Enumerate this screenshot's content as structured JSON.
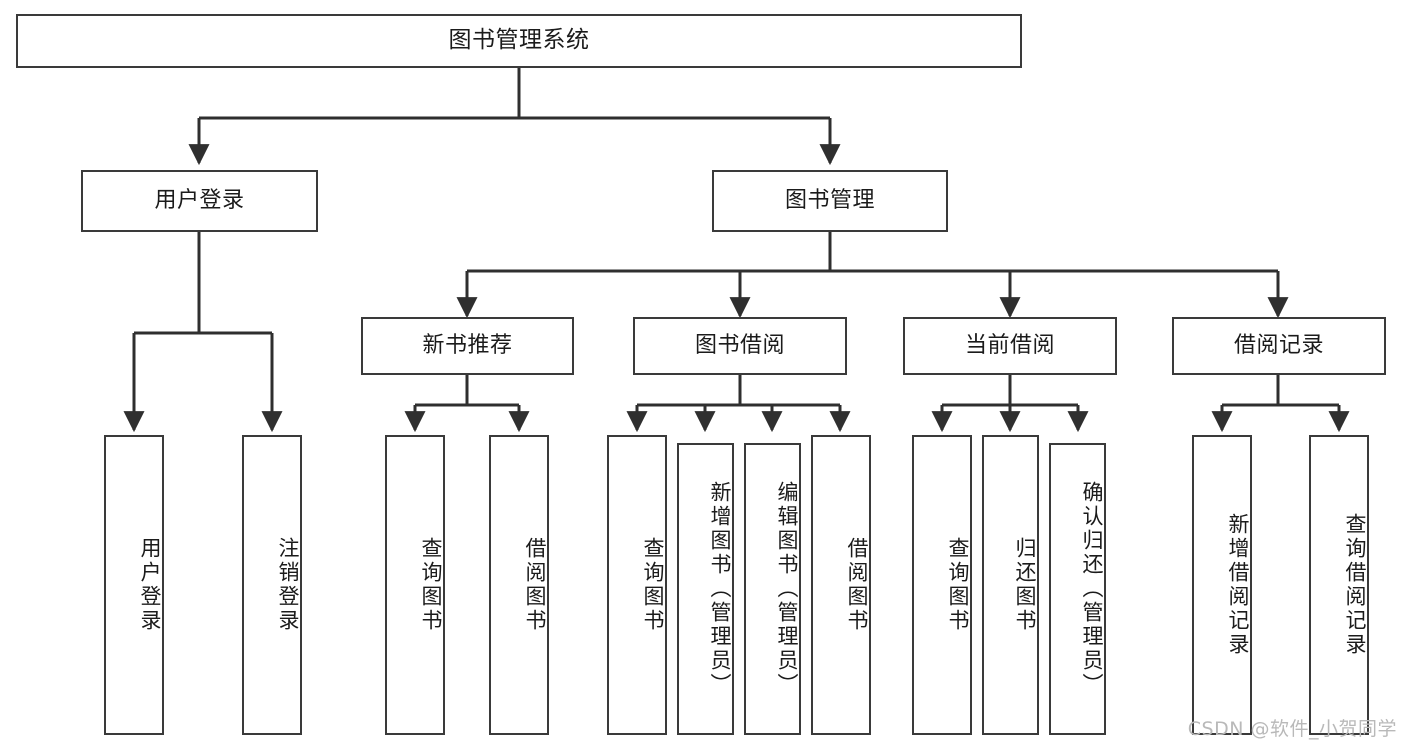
{
  "diagram": {
    "title": "图书管理系统",
    "type": "tree",
    "stroke_color": "#3a3a3a",
    "background_color": "#ffffff",
    "text_color": "#1b1b1b",
    "watermark": "CSDN @软件_小贺同学",
    "watermark_color": "#b9b9b9"
  },
  "nodes": {
    "root": {
      "label": "图书管理系统",
      "level": 0
    },
    "level1": [
      {
        "id": "user-login",
        "label": "用户登录"
      },
      {
        "id": "book-management",
        "label": "图书管理"
      }
    ],
    "level2": [
      {
        "id": "new-book-recommend",
        "label": "新书推荐",
        "parent": "book-management"
      },
      {
        "id": "book-borrow",
        "label": "图书借阅",
        "parent": "book-management"
      },
      {
        "id": "current-borrow",
        "label": "当前借阅",
        "parent": "book-management"
      },
      {
        "id": "borrow-record",
        "label": "借阅记录",
        "parent": "book-management"
      }
    ],
    "leaves": [
      {
        "id": "leaf-user-login",
        "label": "用户登录",
        "parent": "user-login"
      },
      {
        "id": "leaf-user-logout",
        "label": "注销登录",
        "parent": "user-login"
      },
      {
        "id": "leaf-query-book-1",
        "label": "查询图书",
        "parent": "new-book-recommend"
      },
      {
        "id": "leaf-borrow-book-1",
        "label": "借阅图书",
        "parent": "new-book-recommend"
      },
      {
        "id": "leaf-query-book-2",
        "label": "查询图书",
        "parent": "book-borrow"
      },
      {
        "id": "leaf-add-book",
        "label": "新增图书（管理员）",
        "parent": "book-borrow"
      },
      {
        "id": "leaf-edit-book",
        "label": "编辑图书（管理员）",
        "parent": "book-borrow"
      },
      {
        "id": "leaf-borrow-book-2",
        "label": "借阅图书",
        "parent": "book-borrow"
      },
      {
        "id": "leaf-query-book-3",
        "label": "查询图书",
        "parent": "current-borrow"
      },
      {
        "id": "leaf-return-book",
        "label": "归还图书",
        "parent": "current-borrow"
      },
      {
        "id": "leaf-confirm-return",
        "label": "确认归还（管理员）",
        "parent": "current-borrow"
      },
      {
        "id": "leaf-add-record",
        "label": "新增借阅记录",
        "parent": "borrow-record"
      },
      {
        "id": "leaf-query-record",
        "label": "查询借阅记录",
        "parent": "borrow-record"
      }
    ]
  }
}
